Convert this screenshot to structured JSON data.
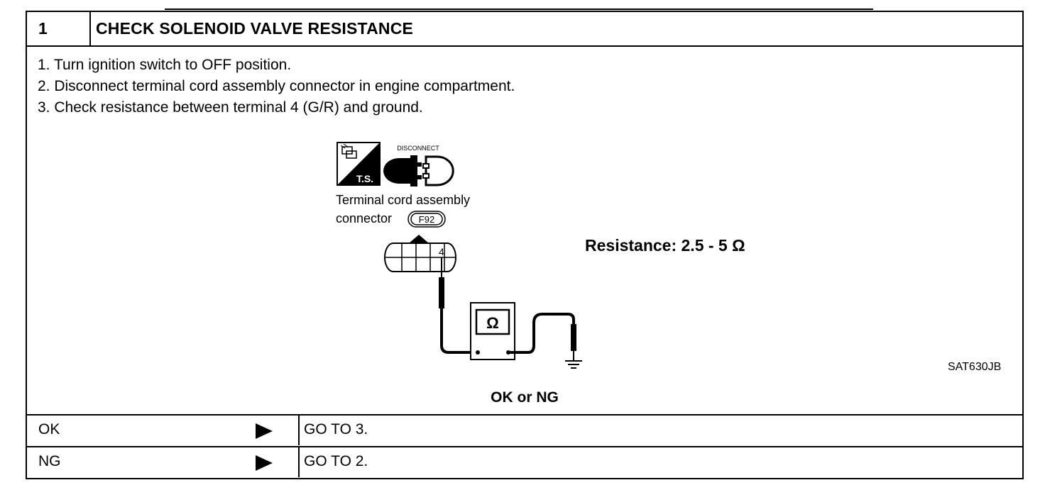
{
  "header": {
    "step_number": "1",
    "title": "CHECK SOLENOID VALVE RESISTANCE"
  },
  "steps": [
    "1.  Turn ignition switch to OFF position.",
    "2.  Disconnect terminal cord assembly connector in engine compartment.",
    "3.  Check resistance between terminal 4 (G/R) and ground."
  ],
  "diagram": {
    "ts_icon_label": "T.S.",
    "disconnect_label": "DISCONNECT",
    "connector_caption_line1": "Terminal cord assembly",
    "connector_caption_line2": "connector",
    "connector_code": "F92",
    "terminal_number": "4",
    "meter_symbol": "Ω",
    "resistance_spec": "Resistance: 2.5 - 5 Ω",
    "figure_code": "SAT630JB"
  },
  "judgement": "OK or NG",
  "results": [
    {
      "label": "OK",
      "action": "GO TO 3."
    },
    {
      "label": "NG",
      "action": "GO TO 2."
    }
  ]
}
